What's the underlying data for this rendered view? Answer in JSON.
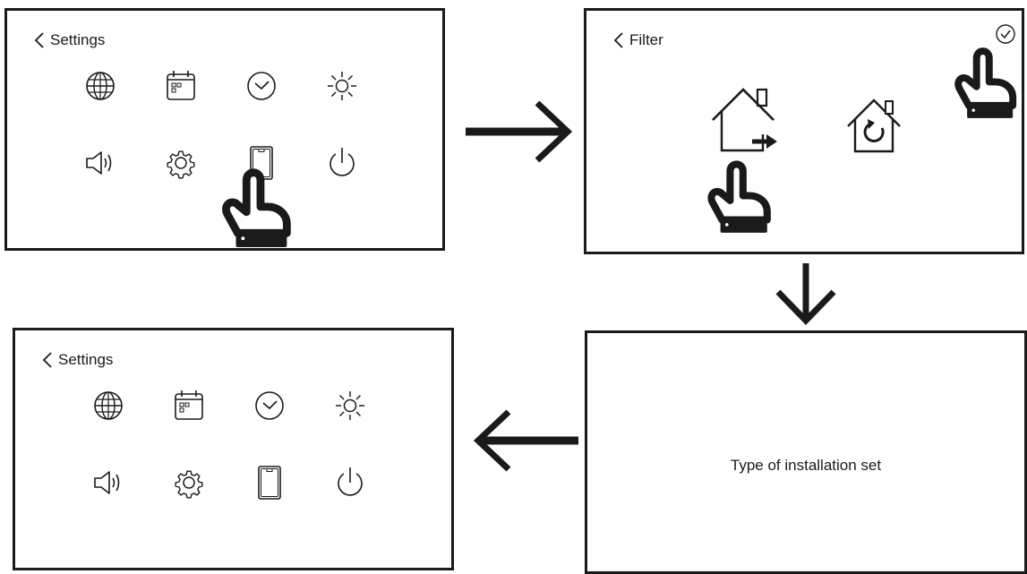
{
  "screens": {
    "settings_before": {
      "title": "Settings"
    },
    "filter": {
      "title": "Filter"
    },
    "installation": {
      "message": "Type of installation set"
    },
    "settings_after": {
      "title": "Settings"
    }
  },
  "icons": {
    "settings_grid": [
      "globe-icon",
      "calendar-icon",
      "clock-icon",
      "brightness-icon",
      "speaker-icon",
      "gear-icon",
      "filter-panel-icon",
      "power-icon"
    ],
    "filter_options": [
      "house-exit-icon",
      "house-reset-icon",
      "confirm-check-icon"
    ]
  },
  "flow_arrows": [
    "right",
    "down",
    "left"
  ],
  "colors": {
    "ink": "#1a1a1a",
    "background": "#ffffff"
  }
}
